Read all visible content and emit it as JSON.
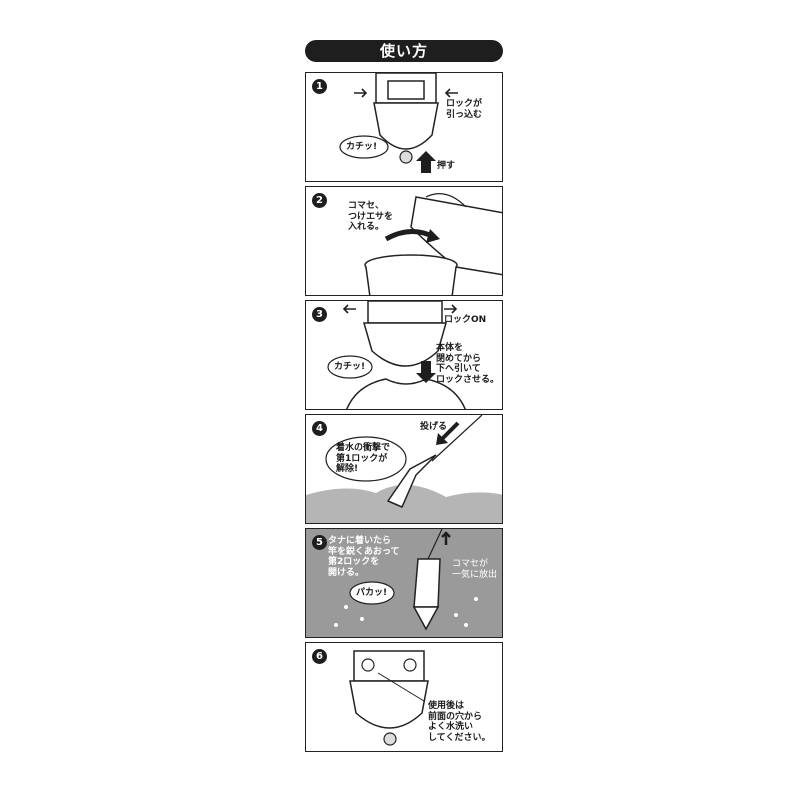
{
  "title": "使い方",
  "steps": [
    {
      "num": "1",
      "label_lock": "ロックが\n引っ込む",
      "label_click": "カチッ!",
      "label_push": "押す"
    },
    {
      "num": "2",
      "label_bait": "コマセ、\nつけエサを\n入れる。"
    },
    {
      "num": "3",
      "label_lock_on": "ロックON",
      "label_click": "カチッ!",
      "label_pull": "本体を\n閉めてから\n下へ引いて\nロックさせる。"
    },
    {
      "num": "4",
      "label_throw": "投げる",
      "label_release": "着水の衝撃で\n第1ロックが\n解除!"
    },
    {
      "num": "5",
      "label_tana": "タナに着いたら\n竿を鋭くあおって\n第2ロックを\n開ける。",
      "label_komase": "コマセが\n一気に放出",
      "label_pop": "パカッ!"
    },
    {
      "num": "6",
      "label_wash": "使用後は\n前面の穴から\nよく水洗い\nしてください。"
    }
  ],
  "colors": {
    "dark": "#1e1e1e",
    "gray_panel": "#9a9a9a",
    "white": "#ffffff"
  }
}
